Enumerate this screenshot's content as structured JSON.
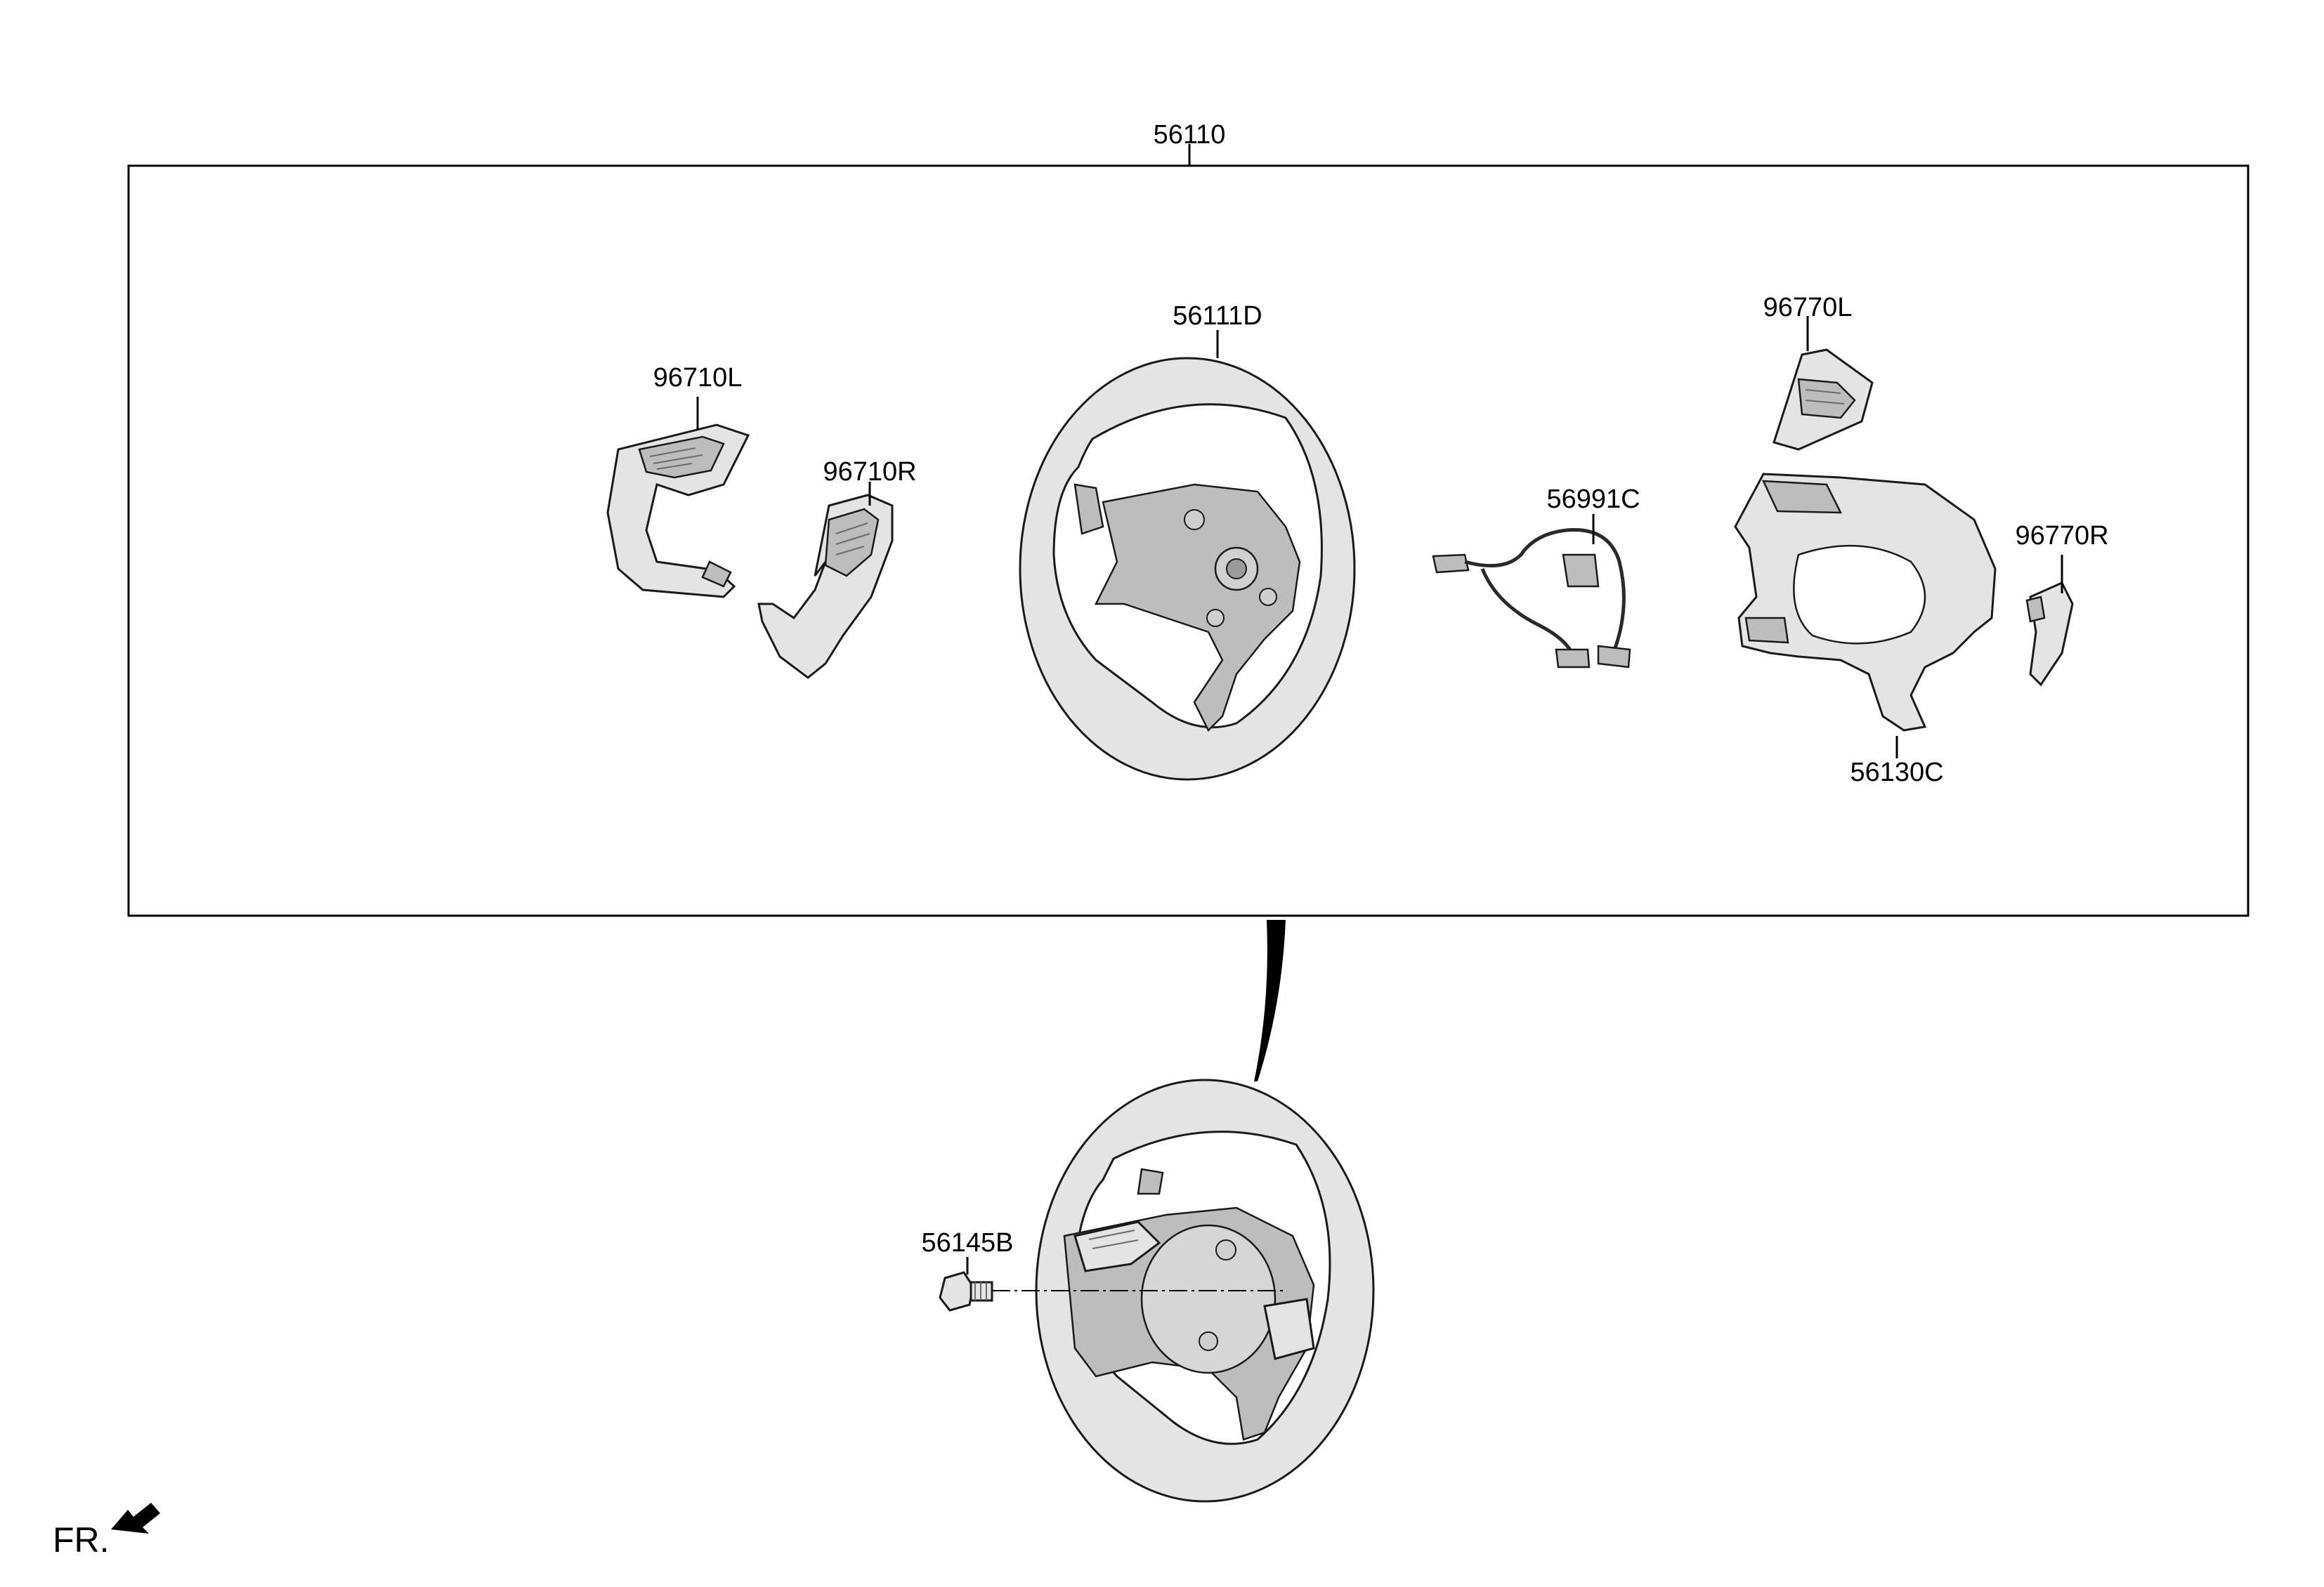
{
  "diagram": {
    "assembly_label": "56110",
    "parts": {
      "steering_wheel": "56111D",
      "switch_left": "96710L",
      "switch_right": "96710R",
      "extension_wire": "56991C",
      "paddle_left": "96770L",
      "paddle_right": "96770R",
      "lower_cover": "56130C",
      "bolt": "56145B"
    },
    "orientation_label": "FR."
  }
}
